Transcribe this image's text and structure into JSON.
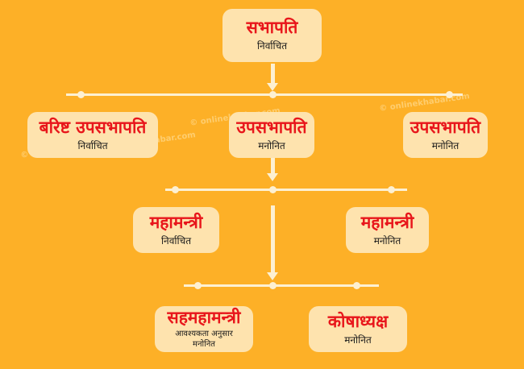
{
  "colors": {
    "background": "#FDB027",
    "box": "#FEE3AE",
    "title": "#E8161B",
    "connector": "#FDF0D2"
  },
  "watermark": "© onlinekhabar.com",
  "nodes": {
    "chairperson": {
      "title": "सभापति",
      "subtitle": "निर्वाचित"
    },
    "senior_vice_chair": {
      "title": "बरिष्ट उपसभापति",
      "subtitle": "निर्वाचित"
    },
    "vice_chair_center": {
      "title": "उपसभापति",
      "subtitle": "मनोनित"
    },
    "vice_chair_right": {
      "title": "उपसभापति",
      "subtitle": "मनोनित"
    },
    "gen_sec_left": {
      "title": "महामन्त्री",
      "subtitle": "निर्वाचित"
    },
    "gen_sec_right": {
      "title": "महामन्त्री",
      "subtitle": "मनोनित"
    },
    "deputy_gen_sec": {
      "title": "सहमहामन्त्री",
      "subtitle_line1": "आवश्यकता अनुसार",
      "subtitle_line2": "मनोनित"
    },
    "treasurer": {
      "title": "कोषाध्यक्ष",
      "subtitle": "मनोनित"
    }
  }
}
